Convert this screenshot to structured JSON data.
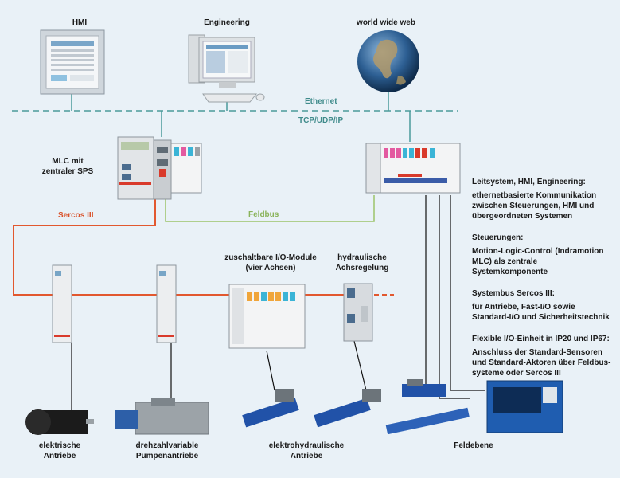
{
  "colors": {
    "ethernet": "#4a9a9a",
    "sercos": "#e2582f",
    "feldbus": "#9cc46a",
    "bg": "#e9f1f7"
  },
  "top": {
    "hmi": "HMI",
    "engineering": "Engineering",
    "www": "world wide web"
  },
  "network": {
    "ethernet": "Ethernet",
    "tcp": "TCP/UDP/IP",
    "sercos": "Sercos III",
    "feldbus": "Feldbus"
  },
  "mlc": {
    "line1": "MLC mit",
    "line2": "zentraler SPS"
  },
  "modules": {
    "io_line1": "zuschaltbare I/O-Module",
    "io_line2": "(vier Achsen)",
    "hyd_line1": "hydraulische",
    "hyd_line2": "Achsregelung"
  },
  "bottom": {
    "elec1": "elektrische",
    "elec2": "Antriebe",
    "pump1": "drehzahlvariable",
    "pump2": "Pumpenantriebe",
    "ehyd1": "elektrohydraulische",
    "ehyd2": "Antriebe",
    "feld": "Feldebene"
  },
  "side": [
    {
      "title": "Leitsystem, HMI, Engineering:",
      "lines": [
        "ethernetbasierte Kommunikation",
        "zwischen Steuerungen, HMI und",
        "übergeordneten Systemen"
      ]
    },
    {
      "title": "Steuerungen:",
      "lines": [
        "Motion-Logic-Control (Indramotion",
        "MLC) als zentrale Systemkomponente"
      ]
    },
    {
      "title": "Systembus Sercos III:",
      "lines": [
        "für Antriebe, Fast-I/O sowie",
        "Standard-I/O und Sicherheitstechnik"
      ]
    },
    {
      "title": "Flexible I/O-Einheit in IP20 und IP67:",
      "lines": [
        "Anschluss der Standard-Sensoren",
        "und Standard-Aktoren über Feldbus-",
        "systeme oder Sercos III"
      ]
    }
  ]
}
